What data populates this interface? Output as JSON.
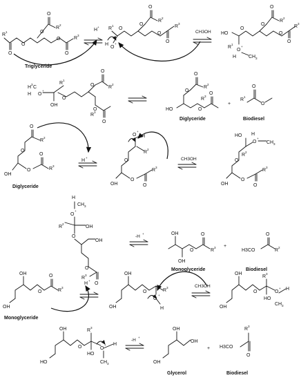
{
  "labels": {
    "triglyceride": "Triglyceride",
    "diglyceride_1": "Diglyceride",
    "biodiesel_1": "Biodiesel",
    "diglyceride_2": "Diglyceride",
    "monoglyceride_1": "Monoglyceride",
    "biodiesel_2": "Biodiesel",
    "monoglyceride_2": "Monoglyceride",
    "glycerol": "Glycerol",
    "biodiesel_3": "Biodiesel"
  },
  "reagents": {
    "h_plus_1": "H",
    "methanol_1": "CH3OH",
    "h_plus_2": "H",
    "methanol_2": "CH3OH",
    "minus_h_1": "-H",
    "h_plus_3": "H",
    "methanol_3": "CH3OH",
    "minus_h_2": "-H"
  },
  "symbols": {
    "plus": "+",
    "h3co": "H3CO",
    "r1": "R",
    "r2": "R",
    "r3": "R"
  }
}
